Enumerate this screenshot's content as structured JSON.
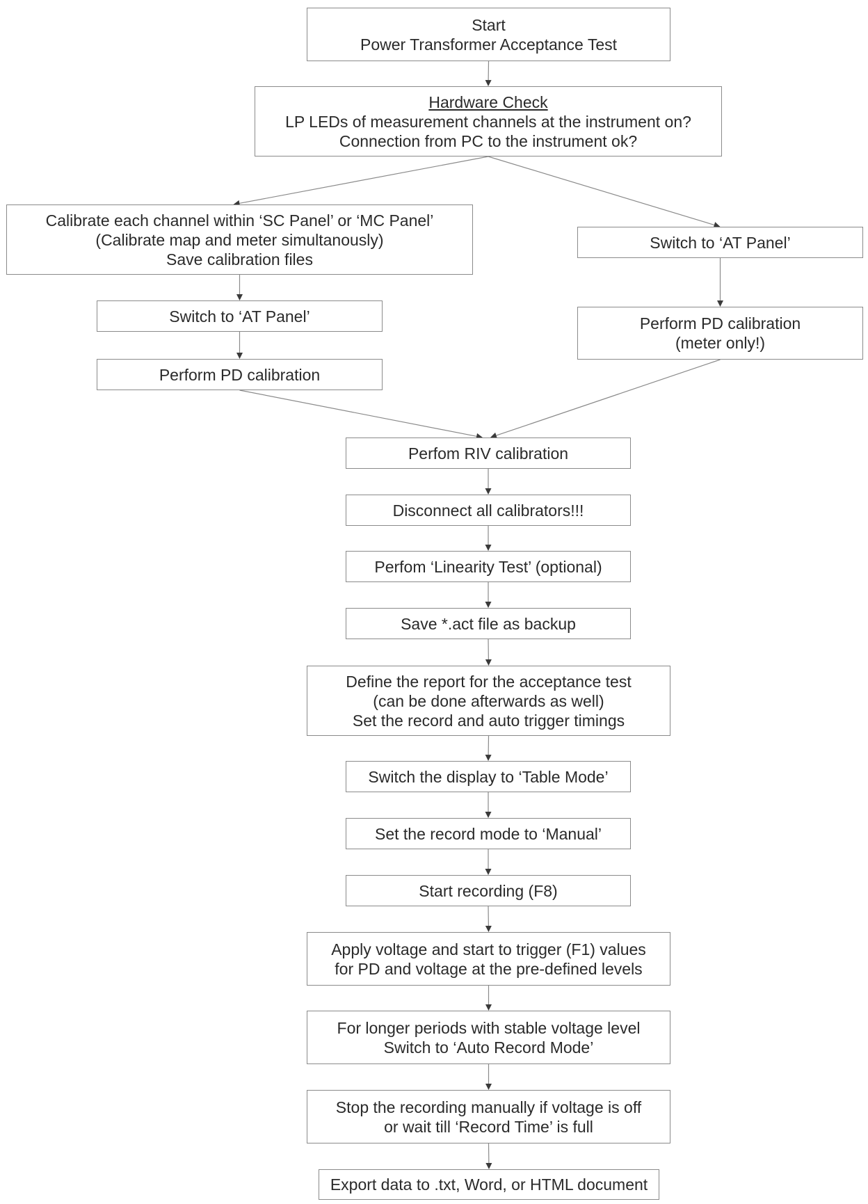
{
  "nodes": [
    {
      "id": "n0",
      "lines": [
        "Start",
        "Power Transformer Acceptance Test"
      ]
    },
    {
      "id": "n1",
      "lines": [
        "Hardware Check",
        "LP LEDs of measurement channels at the instrument on?",
        "Connection from PC to the instrument ok?"
      ]
    },
    {
      "id": "n2",
      "lines": [
        "Calibrate each channel within ‘SC Panel’ or ‘MC Panel’",
        "(Calibrate map and meter simultanously)",
        "Save calibration files"
      ]
    },
    {
      "id": "n3",
      "lines": [
        "Switch to ‘AT Panel’"
      ]
    },
    {
      "id": "n4",
      "lines": [
        "Switch to ‘AT Panel’"
      ]
    },
    {
      "id": "n5",
      "lines": [
        "Perform PD calibration",
        "(meter only!)"
      ]
    },
    {
      "id": "n6",
      "lines": [
        "Perform PD calibration"
      ]
    },
    {
      "id": "n7",
      "lines": [
        "Perfom RIV calibration"
      ]
    },
    {
      "id": "n8",
      "lines": [
        "Disconnect all calibrators!!!"
      ]
    },
    {
      "id": "n9",
      "lines": [
        "Perfom ‘Linearity Test’ (optional)"
      ]
    },
    {
      "id": "n10",
      "lines": [
        "Save *.act file as backup"
      ]
    },
    {
      "id": "n11",
      "lines": [
        "Define the report for the acceptance test",
        "(can be done afterwards as well)",
        "Set the record and auto trigger timings"
      ]
    },
    {
      "id": "n12",
      "lines": [
        "Switch the display to ‘Table Mode’"
      ]
    },
    {
      "id": "n13",
      "lines": [
        "Set the record mode to ‘Manual’"
      ]
    },
    {
      "id": "n14",
      "lines": [
        "Start recording (F8)"
      ]
    },
    {
      "id": "n15",
      "lines": [
        "Apply voltage and start to trigger (F1) values",
        "for PD and voltage at the pre-defined levels"
      ]
    },
    {
      "id": "n16",
      "lines": [
        "For longer periods with stable voltage level",
        "Switch to ‘Auto Record Mode’"
      ]
    },
    {
      "id": "n17",
      "lines": [
        "Stop the recording manually if voltage is off",
        "or wait till ‘Record Time’ is full"
      ]
    },
    {
      "id": "n18",
      "lines": [
        "Export data to .txt, Word, or HTML document"
      ]
    }
  ],
  "edges": [
    {
      "from": "n0",
      "to": "n1"
    },
    {
      "from": "n1",
      "to": "n2"
    },
    {
      "from": "n1",
      "to": "n3"
    },
    {
      "from": "n2",
      "to": "n4"
    },
    {
      "from": "n4",
      "to": "n6"
    },
    {
      "from": "n3",
      "to": "n5"
    },
    {
      "from": "n6",
      "to": "n7"
    },
    {
      "from": "n5",
      "to": "n7"
    },
    {
      "from": "n7",
      "to": "n8"
    },
    {
      "from": "n8",
      "to": "n9"
    },
    {
      "from": "n9",
      "to": "n10"
    },
    {
      "from": "n10",
      "to": "n11"
    },
    {
      "from": "n11",
      "to": "n12"
    },
    {
      "from": "n12",
      "to": "n13"
    },
    {
      "from": "n13",
      "to": "n14"
    },
    {
      "from": "n14",
      "to": "n15"
    },
    {
      "from": "n15",
      "to": "n16"
    },
    {
      "from": "n16",
      "to": "n17"
    },
    {
      "from": "n17",
      "to": "n18"
    }
  ],
  "colors": {
    "border": "#8a8a8a",
    "arrow": "#8a8a8a",
    "arrowhead": "#3a3a3a",
    "text": "#2a2a2a"
  }
}
